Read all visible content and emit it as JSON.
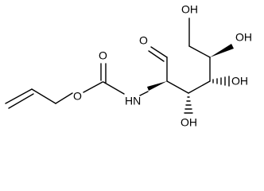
{
  "molecule": {
    "labels": {
      "carbamate_carbonyl_o": "O",
      "ester_o": "O",
      "nh": "HN",
      "aldehyde_o": "O",
      "c3_oh": "OH",
      "c4_oh": "OH",
      "c5_oh": "OH",
      "c6_oh": "OH"
    }
  }
}
